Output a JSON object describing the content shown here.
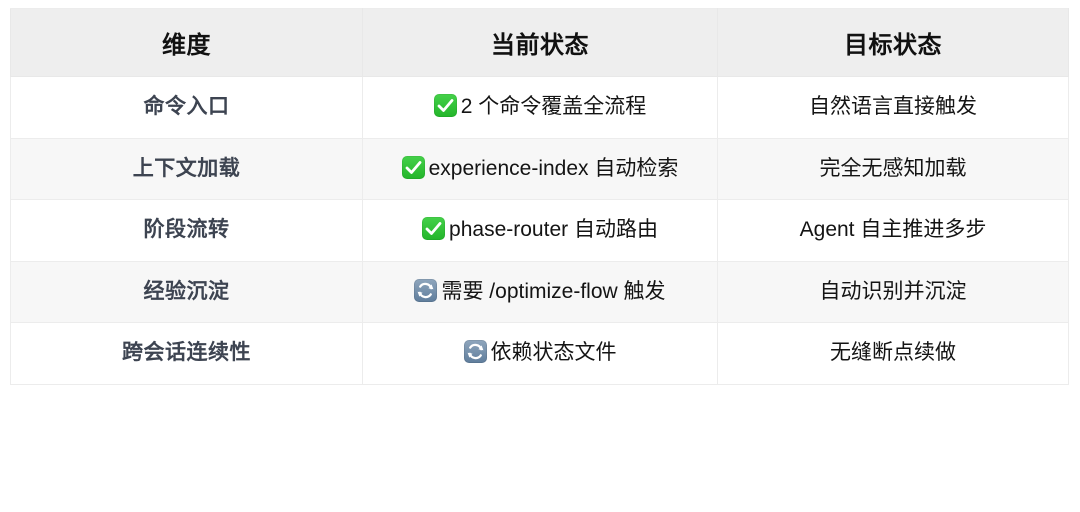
{
  "table": {
    "headers": [
      {
        "label": "维度",
        "name": "dimension"
      },
      {
        "label": "当前状态",
        "name": "current-state"
      },
      {
        "label": "目标状态",
        "name": "target-state"
      }
    ],
    "rows": [
      {
        "dimension": "命令入口",
        "current_icon": "check-icon",
        "current": "2 个命令覆盖全流程",
        "target": "自然语言直接触发"
      },
      {
        "dimension": "上下文加载",
        "current_icon": "check-icon",
        "current": "experience-index 自动检索",
        "target": "完全无感知加载"
      },
      {
        "dimension": "阶段流转",
        "current_icon": "check-icon",
        "current": "phase-router 自动路由",
        "target": "Agent 自主推进多步"
      },
      {
        "dimension": "经验沉淀",
        "current_icon": "loop-icon",
        "current": "需要 /optimize-flow 触发",
        "target": "自动识别并沉淀"
      },
      {
        "dimension": "跨会话连续性",
        "current_icon": "loop-icon",
        "current": "依赖状态文件",
        "target": "无缝断点续做"
      }
    ]
  },
  "colors": {
    "header_bg": "#eeeeee",
    "row_alt_bg": "#f7f7f7",
    "border": "#ececec",
    "dimension_text": "#3d4451",
    "check_green": "#2bbd33",
    "loop_blue": "#6f8ba8"
  }
}
